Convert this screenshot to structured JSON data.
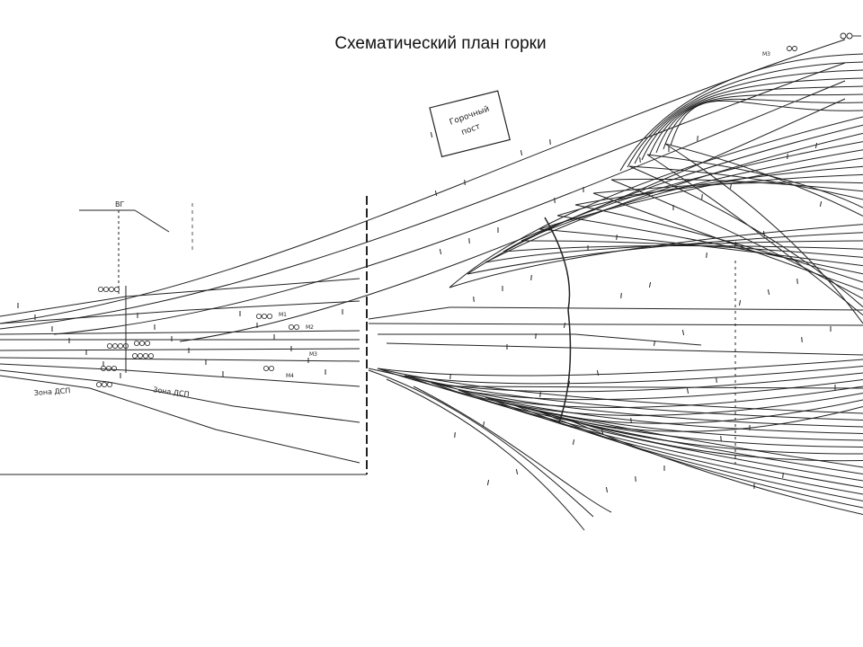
{
  "slide": {
    "title": "Схематический план горки"
  },
  "diagram": {
    "post_label_line1": "Горочный",
    "post_label_line2": "пост",
    "zone_left": "Зона ДСП",
    "zone_mid": "Зона ДСП",
    "signal_top_left": "ВГ",
    "signal_m1": "М1",
    "signal_m2": "М2",
    "signal_m3": "М3",
    "signal_m4": "М4",
    "signal_top_right": "М3"
  }
}
